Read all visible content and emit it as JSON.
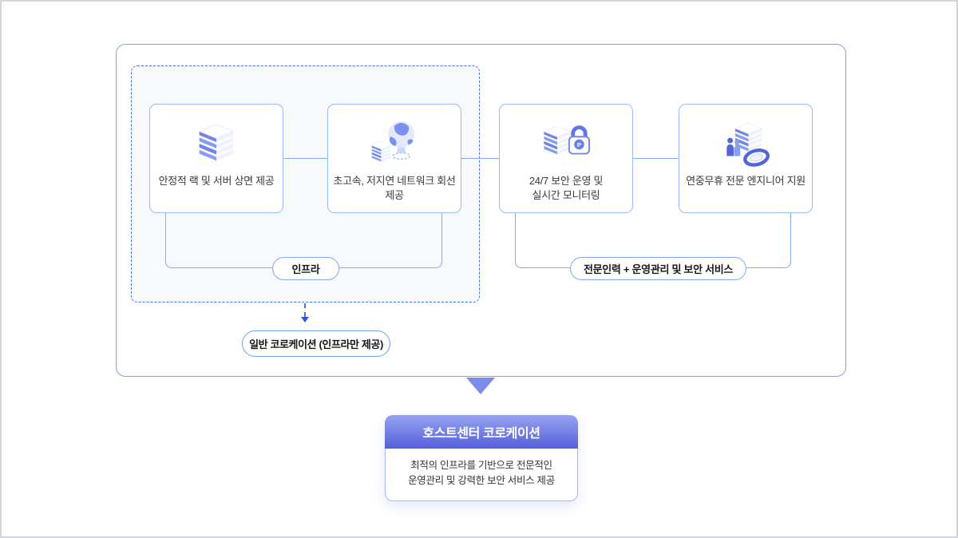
{
  "diagram": {
    "infra_group": {
      "cards": [
        {
          "icon": "server-rack-icon",
          "lines": [
            "안정적 랙 및 서버 상면 제공"
          ]
        },
        {
          "icon": "network-globe-icon",
          "lines": [
            "초고속, 저지연 네트워크 회선 제공"
          ]
        }
      ],
      "pill_label": "인프라",
      "note_label": "일반 코로케이션 (인프라만 제공)"
    },
    "service_group": {
      "cards": [
        {
          "icon": "security-lock-icon",
          "lock_letter": "P",
          "lines": [
            "24/7 보안 운영 및",
            "실시간 모니터링"
          ]
        },
        {
          "icon": "engineer-support-icon",
          "lines": [
            "연중무휴 전문 엔지니어 지원"
          ]
        }
      ],
      "pill_label": "전문인력 + 운영관리 및 보안 서비스"
    },
    "result_card": {
      "title": "호스트센터 코로케이션",
      "description_lines": [
        "최적의 인프라를 기반으로 전문적인",
        "운영관리 및 강력한 보안 서비스 제공"
      ]
    },
    "colors": {
      "container_border": "#7ea2f6",
      "dashed_border": "#4470ef",
      "card_border": "#9bb9f8",
      "connector_line": "#84a9f6",
      "down_triangle": "#7e8aec",
      "header_gradient_top": "#96a3f0",
      "header_gradient_bottom": "#5560da",
      "group_fill": "#f7f9fd",
      "text_dark": "#333333"
    }
  }
}
